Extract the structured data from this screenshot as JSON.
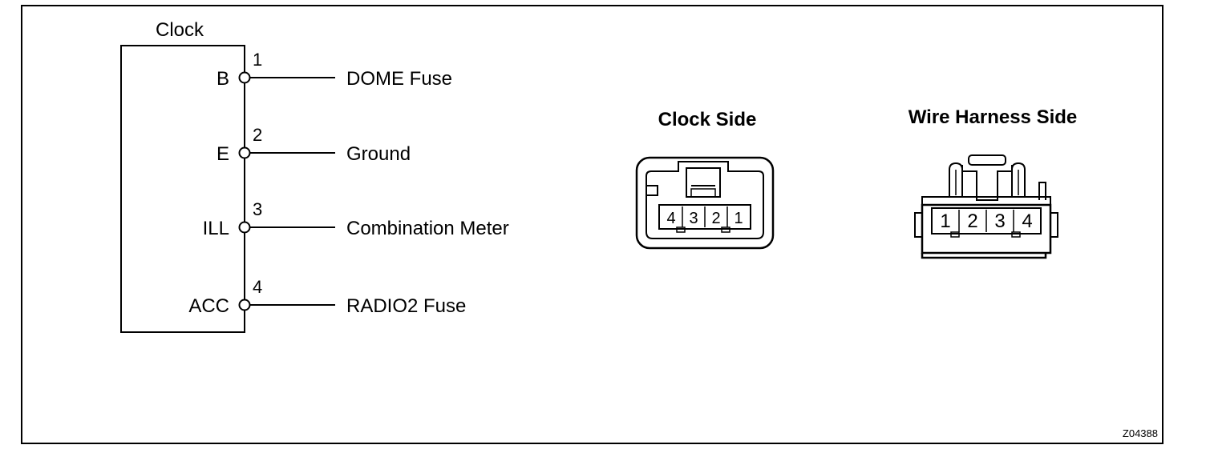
{
  "component": {
    "title": "Clock"
  },
  "terminals": [
    {
      "name": "B",
      "number": "1",
      "destination": "DOME Fuse"
    },
    {
      "name": "E",
      "number": "2",
      "destination": "Ground"
    },
    {
      "name": "ILL",
      "number": "3",
      "destination": "Combination Meter"
    },
    {
      "name": "ACC",
      "number": "4",
      "destination": "RADIO2 Fuse"
    }
  ],
  "connectors": {
    "clock_side": {
      "title": "Clock Side",
      "pins": [
        "4",
        "3",
        "2",
        "1"
      ]
    },
    "harness_side": {
      "title": "Wire Harness Side",
      "pins": [
        "1",
        "2",
        "3",
        "4"
      ]
    }
  },
  "figure_code": "Z04388"
}
